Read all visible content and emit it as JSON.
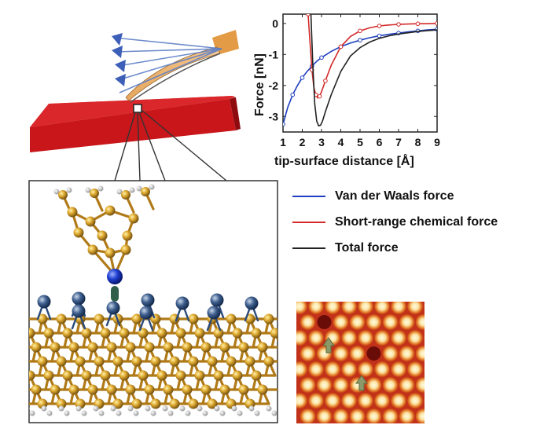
{
  "figure": {
    "colors": {
      "vdw": "#1f3fbf",
      "chemical": "#d42a2a",
      "total": "#222222",
      "sample_red": "#c8161a",
      "silicon_gold": "#c8961e",
      "tip_atom_blue": "#1e3fd6"
    }
  },
  "legend": {
    "items": [
      {
        "label": "Van der Waals force",
        "color": "#1f3fbf"
      },
      {
        "label": "Short-range chemical force",
        "color": "#d42a2a"
      },
      {
        "label": "Total force",
        "color": "#222222"
      }
    ]
  },
  "chart_data": {
    "type": "line",
    "xlabel": "tip-surface distance [Å]",
    "ylabel": "Force [nN]",
    "xlim": [
      1,
      9
    ],
    "ylim": [
      -3.5,
      0.3
    ],
    "x_ticks": [
      "1",
      "2",
      "3",
      "4",
      "5",
      "6",
      "7",
      "8",
      "9"
    ],
    "y_ticks": [
      "0",
      "-1",
      "-2",
      "-3"
    ],
    "grid": false,
    "series": [
      {
        "name": "Van der Waals force",
        "color": "#1f3fbf",
        "markers": true,
        "x": [
          1.0,
          1.25,
          1.5,
          1.75,
          2.0,
          2.25,
          2.5,
          2.75,
          3.0,
          3.5,
          4.0,
          4.5,
          5.0,
          5.5,
          6.0,
          6.5,
          7.0,
          7.5,
          8.0,
          8.5,
          9.0
        ],
        "y": [
          -3.25,
          -2.7,
          -2.3,
          -2.0,
          -1.75,
          -1.55,
          -1.38,
          -1.22,
          -1.1,
          -0.9,
          -0.75,
          -0.63,
          -0.54,
          -0.46,
          -0.4,
          -0.35,
          -0.31,
          -0.27,
          -0.24,
          -0.21,
          -0.19
        ]
      },
      {
        "name": "Short-range chemical force",
        "color": "#d42a2a",
        "markers": true,
        "x": [
          2.3,
          2.4,
          2.5,
          2.6,
          2.7,
          2.8,
          2.9,
          3.0,
          3.2,
          3.5,
          4.0,
          4.5,
          5.0,
          5.5,
          6.0,
          6.5,
          7.0,
          7.5,
          8.0,
          8.5,
          9.0
        ],
        "y": [
          0.3,
          -0.6,
          -1.5,
          -2.05,
          -2.3,
          -2.4,
          -2.35,
          -2.2,
          -1.85,
          -1.35,
          -0.75,
          -0.42,
          -0.24,
          -0.14,
          -0.08,
          -0.05,
          -0.03,
          -0.02,
          -0.01,
          -0.01,
          0.0
        ]
      },
      {
        "name": "Total force",
        "color": "#222222",
        "markers": false,
        "x": [
          2.45,
          2.55,
          2.65,
          2.75,
          2.85,
          2.95,
          3.05,
          3.2,
          3.5,
          4.0,
          4.5,
          5.0,
          5.5,
          6.0,
          6.5,
          7.0,
          7.5,
          8.0,
          8.5,
          9.0
        ],
        "y": [
          0.3,
          -1.4,
          -2.6,
          -3.15,
          -3.3,
          -3.28,
          -3.15,
          -2.85,
          -2.3,
          -1.55,
          -1.05,
          -0.78,
          -0.6,
          -0.48,
          -0.4,
          -0.34,
          -0.3,
          -0.26,
          -0.23,
          -0.21
        ]
      }
    ]
  }
}
